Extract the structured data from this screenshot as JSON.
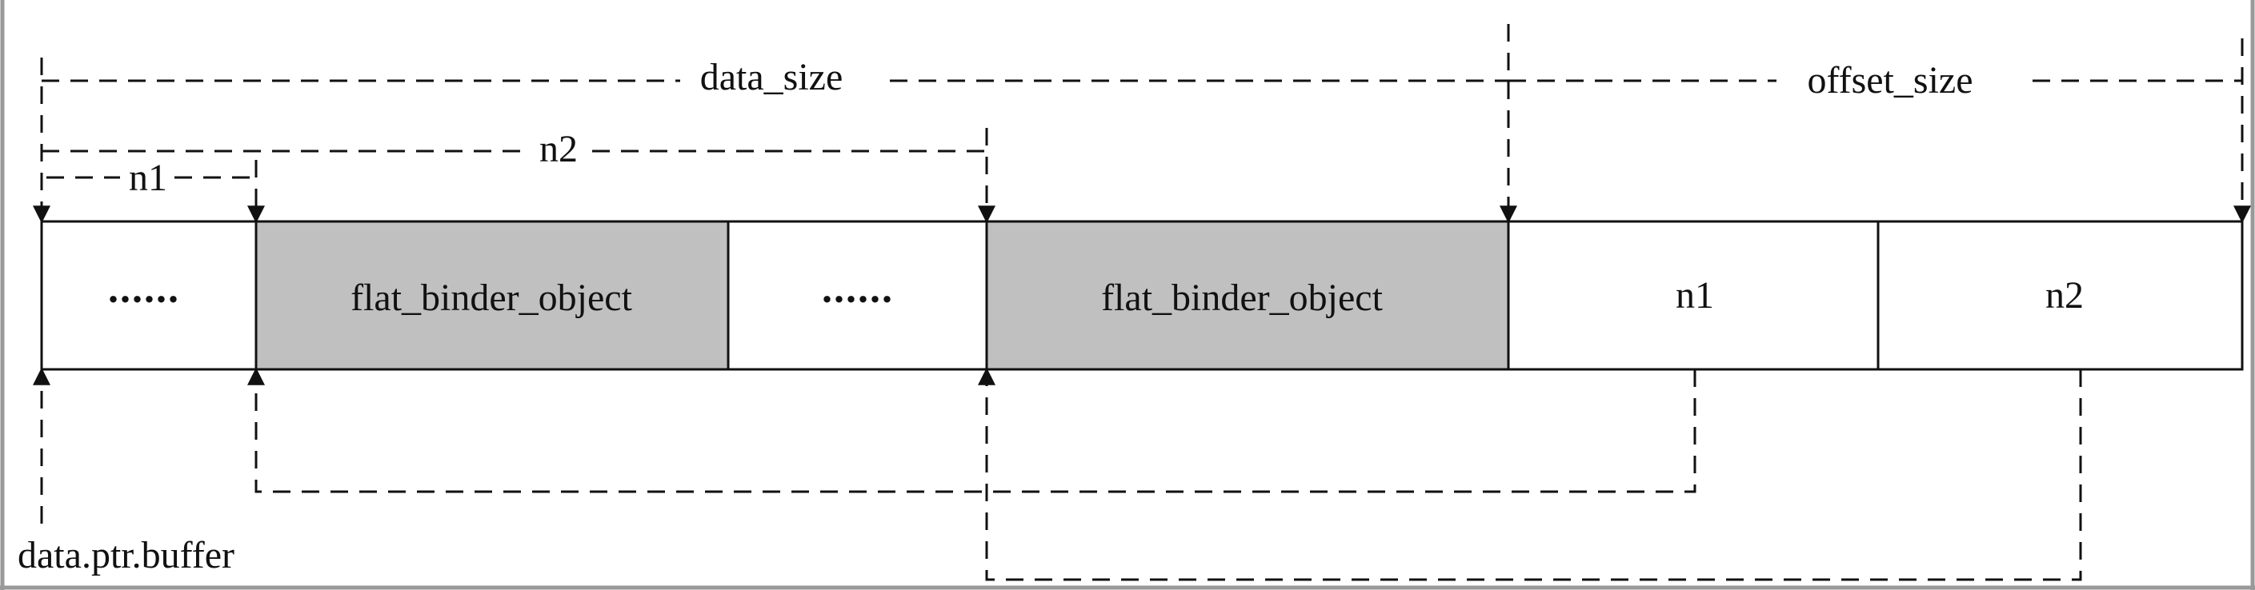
{
  "diagram": {
    "spans": {
      "data_size": "data_size",
      "offset_size": "offset_size",
      "n2": "n2",
      "n1": "n1"
    },
    "cells": [
      {
        "label": "......",
        "kind": "ellipsis"
      },
      {
        "label": "flat_binder_object",
        "kind": "object"
      },
      {
        "label": "......",
        "kind": "ellipsis"
      },
      {
        "label": "flat_binder_object",
        "kind": "object"
      },
      {
        "label": "n1",
        "kind": "offset"
      },
      {
        "label": "n2",
        "kind": "offset"
      }
    ],
    "pointer_label": "data.ptr.buffer",
    "colors": {
      "object_fill": "#c0c0c0",
      "plain_fill": "#ffffff",
      "stroke": "#111111"
    }
  }
}
